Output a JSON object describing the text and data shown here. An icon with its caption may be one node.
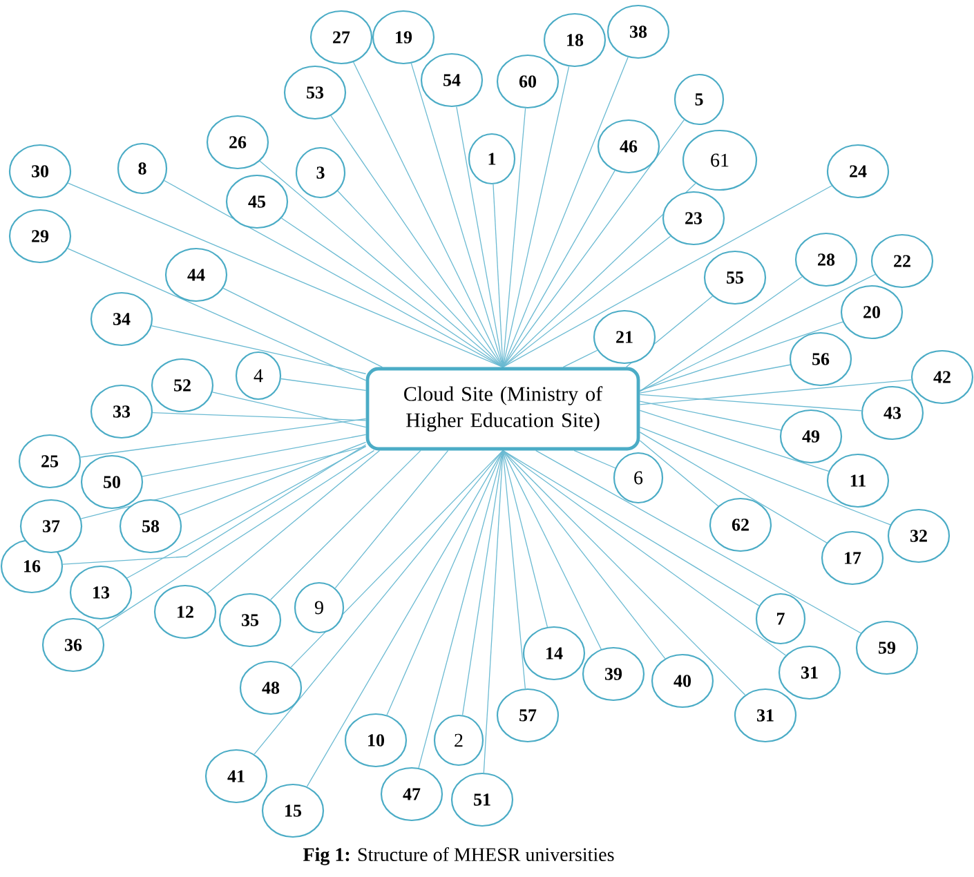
{
  "diagram": {
    "caption": "**Fig 1:** Structure of MHESR universities",
    "nodes": [
      {
        "text": [
          "27"
        ]
      },
      {
        "text": [
          "19"
        ]
      },
      {
        "text": [
          "18"
        ]
      },
      {
        "text": [
          "38"
        ]
      },
      {
        "text": [
          "53"
        ]
      },
      {
        "text": [
          "54"
        ]
      },
      {
        "text": [
          "60"
        ]
      },
      {
        "text": [
          "5"
        ]
      },
      {
        "text": [
          "30"
        ]
      },
      {
        "text": [
          "8"
        ]
      },
      {
        "text": [
          "26"
        ]
      },
      {
        "text": [
          "3"
        ]
      },
      {
        "text": [
          "1"
        ]
      },
      {
        "text": [
          "46"
        ]
      },
      {
        "text": [
          "61"
        ]
      },
      {
        "text": [
          "24"
        ]
      },
      {
        "text": [
          "45"
        ]
      },
      {
        "text": [
          "23"
        ]
      },
      {
        "text": [
          "29"
        ]
      },
      {
        "text": [
          "44"
        ]
      },
      {
        "text": [
          "55"
        ]
      },
      {
        "text": [
          "28"
        ]
      },
      {
        "text": [
          "22"
        ]
      },
      {
        "text": [
          "34"
        ]
      },
      {
        "text": [
          "21"
        ]
      },
      {
        "text": [
          "20"
        ]
      },
      {
        "text": [
          "52"
        ]
      },
      {
        "text": [
          "4"
        ]
      },
      {
        "text": [
          "56"
        ]
      },
      {
        "text": [
          "42"
        ]
      },
      {
        "text": [
          "Cloud Site (Ministry of Higher Education Site)"
        ]
      },
      {
        "text": [
          "33"
        ]
      },
      {
        "text": [
          "49"
        ]
      },
      {
        "text": [
          "43"
        ]
      },
      {
        "text": [
          "25"
        ]
      },
      {
        "text": [
          "50"
        ]
      },
      {
        "text": [
          "6"
        ]
      },
      {
        "text": [
          "11"
        ]
      },
      {
        "text": [
          "16"
        ]
      },
      {
        "text": [
          "37"
        ]
      },
      {
        "text": [
          "58"
        ]
      },
      {
        "text": [
          "62"
        ]
      },
      {
        "text": [
          "17"
        ]
      },
      {
        "text": [
          "32"
        ]
      },
      {
        "text": [
          "13"
        ]
      },
      {
        "text": [
          "12"
        ]
      },
      {
        "text": [
          "35"
        ]
      },
      {
        "text": [
          "9"
        ]
      },
      {
        "text": [
          "7"
        ]
      },
      {
        "text": [
          "36"
        ]
      },
      {
        "text": [
          "48"
        ]
      },
      {
        "text": [
          "14"
        ]
      },
      {
        "text": [
          "39"
        ]
      },
      {
        "text": [
          "40"
        ]
      },
      {
        "text": [
          "31"
        ]
      },
      {
        "text": [
          "59"
        ]
      },
      {
        "text": [
          "10"
        ]
      },
      {
        "text": [
          "2"
        ]
      },
      {
        "text": [
          "57"
        ]
      },
      {
        "text": [
          "31"
        ]
      },
      {
        "text": [
          "41"
        ]
      },
      {
        "text": [
          "15"
        ]
      },
      {
        "text": [
          "47"
        ]
      },
      {
        "text": [
          "51"
        ]
      }
    ],
    "edges": [
      {
        "from": 30,
        "to": 0,
        "arrow": "none"
      },
      {
        "from": 30,
        "to": 1,
        "arrow": "none"
      },
      {
        "from": 30,
        "to": 2,
        "arrow": "none"
      },
      {
        "from": 30,
        "to": 3,
        "arrow": "none"
      },
      {
        "from": 30,
        "to": 4,
        "arrow": "none"
      },
      {
        "from": 30,
        "to": 5,
        "arrow": "none"
      },
      {
        "from": 30,
        "to": 6,
        "arrow": "none"
      },
      {
        "from": 30,
        "to": 7,
        "arrow": "none"
      },
      {
        "from": 30,
        "to": 8,
        "arrow": "none"
      },
      {
        "from": 30,
        "to": 9,
        "arrow": "none"
      },
      {
        "from": 30,
        "to": 10,
        "arrow": "none"
      },
      {
        "from": 30,
        "to": 11,
        "arrow": "none"
      },
      {
        "from": 30,
        "to": 12,
        "arrow": "none"
      },
      {
        "from": 30,
        "to": 13,
        "arrow": "none"
      },
      {
        "from": 30,
        "to": 14,
        "arrow": "none"
      },
      {
        "from": 30,
        "to": 15,
        "arrow": "none"
      },
      {
        "from": 30,
        "to": 16,
        "arrow": "none"
      },
      {
        "from": 30,
        "to": 17,
        "arrow": "none"
      },
      {
        "from": 30,
        "to": 18,
        "arrow": "none"
      },
      {
        "from": 30,
        "to": 19,
        "arrow": "none"
      },
      {
        "from": 30,
        "to": 20,
        "arrow": "none"
      },
      {
        "from": 30,
        "to": 21,
        "arrow": "none"
      },
      {
        "from": 30,
        "to": 22,
        "arrow": "none"
      },
      {
        "from": 30,
        "to": 23,
        "arrow": "none"
      },
      {
        "from": 30,
        "to": 24,
        "arrow": "none"
      },
      {
        "from": 30,
        "to": 25,
        "arrow": "none"
      },
      {
        "from": 30,
        "to": 26,
        "arrow": "none"
      },
      {
        "from": 30,
        "to": 27,
        "arrow": "none"
      },
      {
        "from": 30,
        "to": 28,
        "arrow": "none"
      },
      {
        "from": 30,
        "to": 29,
        "arrow": "none"
      },
      {
        "from": 30,
        "to": 31,
        "arrow": "none"
      },
      {
        "from": 30,
        "to": 32,
        "arrow": "none"
      },
      {
        "from": 30,
        "to": 33,
        "arrow": "none"
      },
      {
        "from": 30,
        "to": 34,
        "arrow": "none"
      },
      {
        "from": 30,
        "to": 35,
        "arrow": "none"
      },
      {
        "from": 30,
        "to": 36,
        "arrow": "none"
      },
      {
        "from": 30,
        "to": 37,
        "arrow": "none"
      },
      {
        "from": 30,
        "to": 38,
        "arrow": "none"
      },
      {
        "from": 30,
        "to": 39,
        "arrow": "none"
      },
      {
        "from": 30,
        "to": 40,
        "arrow": "none"
      },
      {
        "from": 30,
        "to": 41,
        "arrow": "none"
      },
      {
        "from": 30,
        "to": 42,
        "arrow": "none"
      },
      {
        "from": 30,
        "to": 43,
        "arrow": "none"
      },
      {
        "from": 30,
        "to": 44,
        "arrow": "none"
      },
      {
        "from": 30,
        "to": 45,
        "arrow": "none"
      },
      {
        "from": 30,
        "to": 46,
        "arrow": "none"
      },
      {
        "from": 30,
        "to": 47,
        "arrow": "none"
      },
      {
        "from": 30,
        "to": 48,
        "arrow": "none"
      },
      {
        "from": 30,
        "to": 49,
        "arrow": "none"
      },
      {
        "from": 30,
        "to": 50,
        "arrow": "none"
      },
      {
        "from": 30,
        "to": 51,
        "arrow": "none"
      },
      {
        "from": 30,
        "to": 52,
        "arrow": "none"
      },
      {
        "from": 30,
        "to": 53,
        "arrow": "none"
      },
      {
        "from": 30,
        "to": 54,
        "arrow": "none"
      },
      {
        "from": 30,
        "to": 55,
        "arrow": "none"
      },
      {
        "from": 30,
        "to": 56,
        "arrow": "none"
      },
      {
        "from": 30,
        "to": 57,
        "arrow": "none"
      },
      {
        "from": 30,
        "to": 58,
        "arrow": "none"
      },
      {
        "from": 30,
        "to": 59,
        "arrow": "none"
      },
      {
        "from": 30,
        "to": 60,
        "arrow": "none"
      },
      {
        "from": 30,
        "to": 61,
        "arrow": "none"
      },
      {
        "from": 30,
        "to": 62,
        "arrow": "none"
      },
      {
        "from": 30,
        "to": 63,
        "arrow": "none"
      }
    ]
  }
}
